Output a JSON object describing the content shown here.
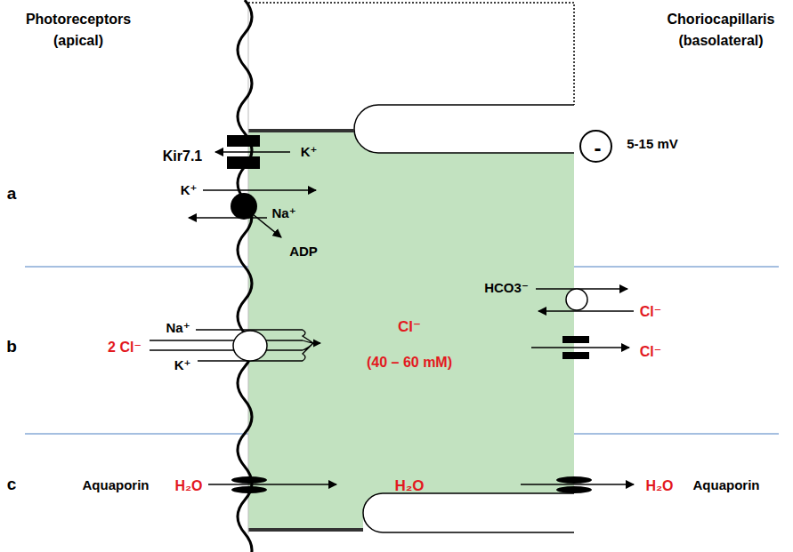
{
  "diagram": {
    "nodes": [
      {
        "text": [
          "Cl⁻",
          "(40 – 60 mM)",
          "H₂O"
        ]
      },
      {
        "text": [
          "-"
        ]
      }
    ],
    "labels": [
      "Photoreceptors (apical)",
      "Choriocapillaris (basolateral)",
      "a",
      "b",
      "c",
      "Kir7.1",
      "K⁺",
      "K⁺",
      "Na⁺",
      "ADP",
      "HCO3⁻",
      "Cl⁻",
      "Na⁺",
      "2 Cl⁻",
      "K⁺",
      "Cl⁻",
      "5-15 mV",
      "Aquaporin",
      "H₂O",
      "H₂O",
      "Aquaporin"
    ]
  }
}
